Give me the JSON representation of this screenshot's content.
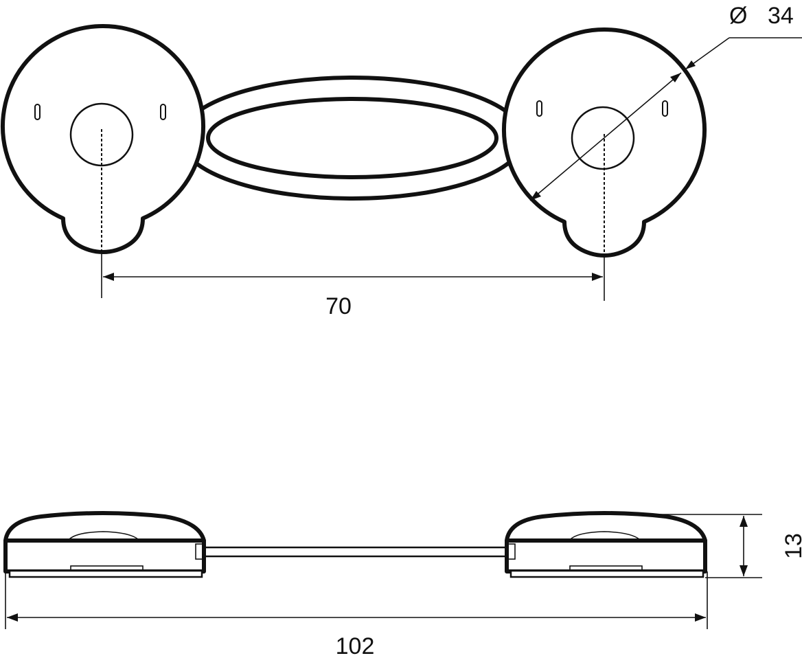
{
  "dimensions": {
    "center_distance": "70",
    "diameter": "34",
    "diameter_symbol": "Ø",
    "total_length": "102",
    "height": "13"
  },
  "colors": {
    "line": "#111111",
    "background": "#ffffff"
  }
}
